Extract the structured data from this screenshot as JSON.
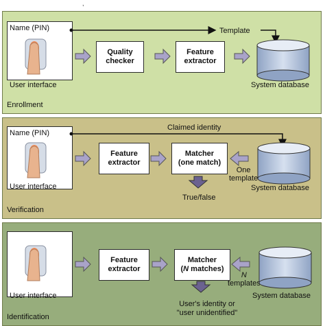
{
  "top_fragment": ",",
  "enrollment": {
    "title": "Enrollment",
    "name_field": "Name (PIN)",
    "user_interface": "User interface",
    "quality_checker": [
      "Quality",
      "checker"
    ],
    "feature_extractor": [
      "Feature",
      "extractor"
    ],
    "template": "Template",
    "database": "System database"
  },
  "verification": {
    "title": "Verification",
    "name_field": "Name (PIN)",
    "claimed_identity": "Claimed identity",
    "user_interface": "User interface",
    "feature_extractor": [
      "Feature",
      "extractor"
    ],
    "matcher": [
      "Matcher",
      "(one match)"
    ],
    "one_template": [
      "One",
      "template"
    ],
    "database": "System database",
    "result": "True/false"
  },
  "identification": {
    "title": "Identification",
    "user_interface": "User interface",
    "feature_extractor": [
      "Feature",
      "extractor"
    ],
    "matcher_line1": "Matcher",
    "matcher_line2_italic": "N",
    "matcher_line2_rest": " matches)",
    "n_templates_italic": "N",
    "n_templates_rest": "templates",
    "database": "System database",
    "result": [
      "User's identity or",
      "\"user unidentified\""
    ]
  },
  "colors": {
    "enrollment_bg": "#cfe0a6",
    "verification_bg": "#c9c089",
    "identification_bg": "#97ad7c",
    "arrow_fill": "#a9a3c9",
    "cylinder_fill": "#b7c7df",
    "finger_skin": "#e8b38e"
  }
}
